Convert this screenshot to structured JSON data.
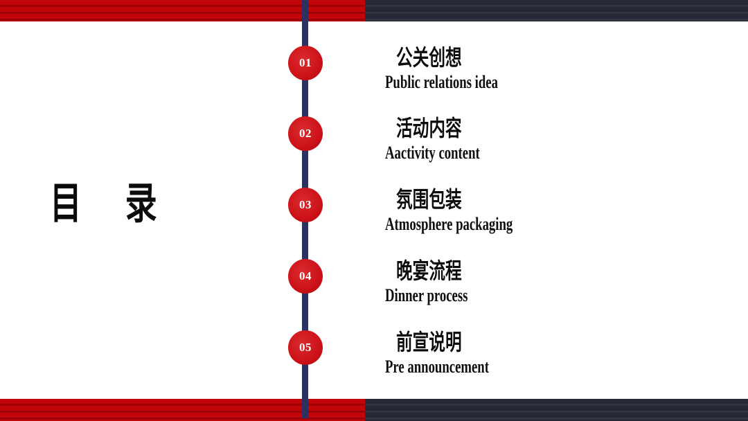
{
  "toc": {
    "page_title": "目 录",
    "title_chars": {
      "first": "目",
      "second": "录"
    },
    "items": [
      {
        "number": "01",
        "title_zh": "公关创想",
        "title_en": "Public relations idea"
      },
      {
        "number": "02",
        "title_zh": "活动内容",
        "title_en": "Aactivity content"
      },
      {
        "number": "03",
        "title_zh": "氛围包装",
        "title_en": "Atmosphere packaging"
      },
      {
        "number": "04",
        "title_zh": "晚宴流程",
        "title_en": "Dinner process"
      },
      {
        "number": "05",
        "title_zh": "前宣说明",
        "title_en": "Pre announcement"
      }
    ],
    "colors": {
      "bar_red": "#c10509",
      "bar_red_stripe": "#9c0206",
      "bar_dark": "#262835",
      "bar_dark_stripe": "#323442",
      "timeline_navy": "#2b3160",
      "badge_red": "#cb1117",
      "badge_text": "#ffffff",
      "text_black": "#0c0c0c"
    }
  }
}
